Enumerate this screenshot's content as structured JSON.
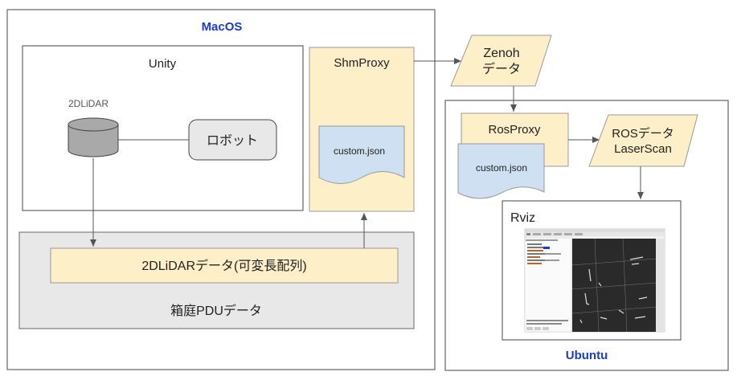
{
  "macos": {
    "title": "MacOS",
    "title_color": "#1a3cc8"
  },
  "ubuntu": {
    "title": "Ubuntu",
    "title_color": "#1a3cc8"
  },
  "unity": {
    "label": "Unity",
    "lidar_label": "2DLiDAR",
    "robot_label": "ロボット"
  },
  "hakoniwa": {
    "label": "箱庭PDUデータ",
    "buffer_label": "2DLiDARデータ(可変長配列)"
  },
  "shm_proxy": {
    "label": "ShmProxy",
    "config_label": "custom.json"
  },
  "zenoh": {
    "line1": "Zenoh",
    "line2": "データ"
  },
  "ros_proxy": {
    "label": "RosProxy",
    "config_label": "custom.json"
  },
  "ros_data": {
    "line1": "ROSデータ",
    "line2": "LaserScan"
  },
  "rviz": {
    "label": "Rviz"
  },
  "colors": {
    "process_fill": "#fdefc7",
    "document_fill": "#cfe0f2",
    "storage_fill": "#a9a9a9",
    "shared_region_fill": "#e8e8e8",
    "robot_fill": "#e8e8e8"
  }
}
